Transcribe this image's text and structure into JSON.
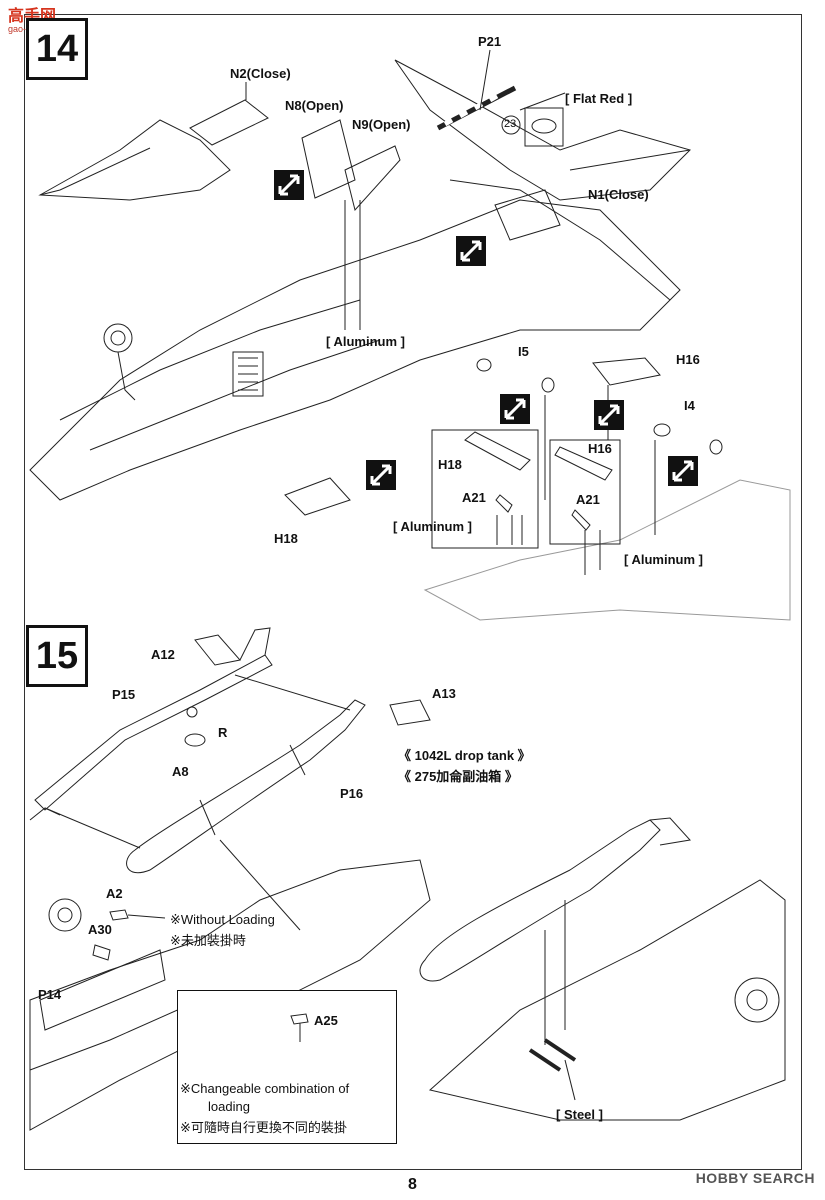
{
  "watermark": {
    "site": "高手网",
    "url": "gao-shou.com.cn",
    "brand": "HOBBY SEARCH"
  },
  "page_number": "8",
  "step14": {
    "number": "14",
    "labels": {
      "p21": "P21",
      "flat_red": "[ Flat Red ]",
      "n2": "N2(Close)",
      "n8": "N8(Open)",
      "n9": "N9(Open)",
      "n1": "N1(Close)",
      "part23": "23",
      "aluminum1": "[ Aluminum ]",
      "i5": "I5",
      "h16_top": "H16",
      "i4": "I4",
      "h18_box": "H18",
      "h16_box": "H16",
      "a21_left": "A21",
      "a21_right": "A21",
      "aluminum2": "[ Aluminum ]",
      "aluminum3": "[ Aluminum ]",
      "h18_bottom": "H18"
    }
  },
  "step15": {
    "number": "15",
    "labels": {
      "a12": "A12",
      "p15": "P15",
      "r": "R",
      "a8": "A8",
      "a13": "A13",
      "p16": "P16",
      "tank_en": "《  1042L drop tank  》",
      "tank_zh": "《  275加侖副油箱  》",
      "a2": "A2",
      "a30": "A30",
      "without_loading_en": "※Without Loading",
      "without_loading_zh": "※未加裝掛時",
      "p14": "P14",
      "a25": "A25",
      "changeable_en_1": "※Changeable combination of",
      "changeable_en_2": "loading",
      "changeable_zh": "※可隨時自行更換不同的裝掛",
      "steel": "[ Steel ]"
    }
  }
}
